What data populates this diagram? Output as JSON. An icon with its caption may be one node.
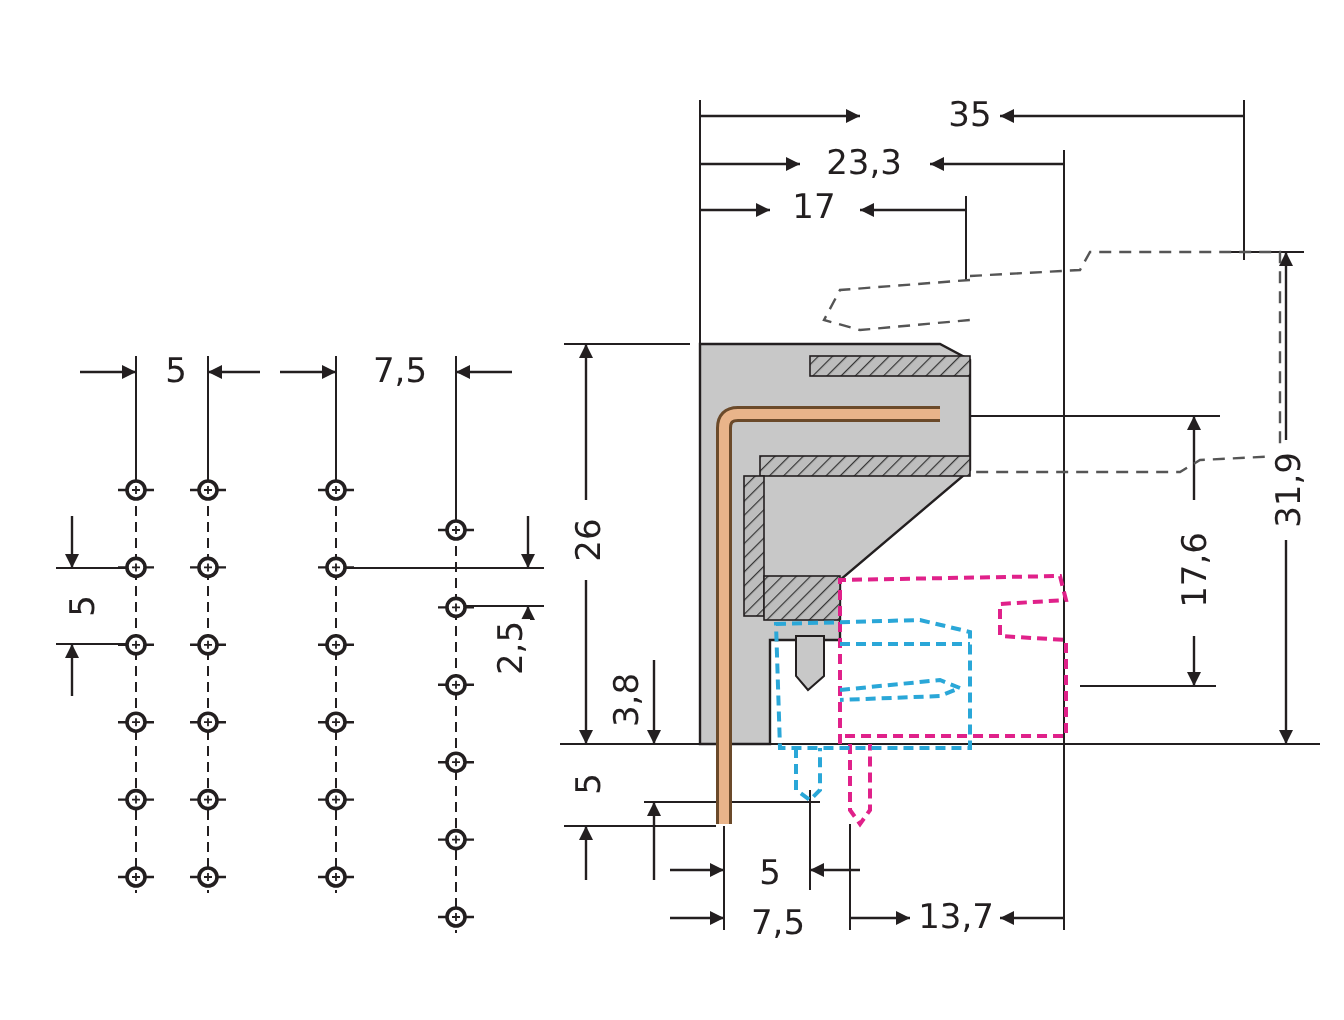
{
  "diagram": {
    "labels": [
      "35",
      "23,3",
      "17",
      "5",
      "7,5",
      "31,9",
      "26",
      "17,6",
      "5",
      "2,5",
      "3,8",
      "5",
      "5",
      "7,5",
      "13,7"
    ]
  }
}
